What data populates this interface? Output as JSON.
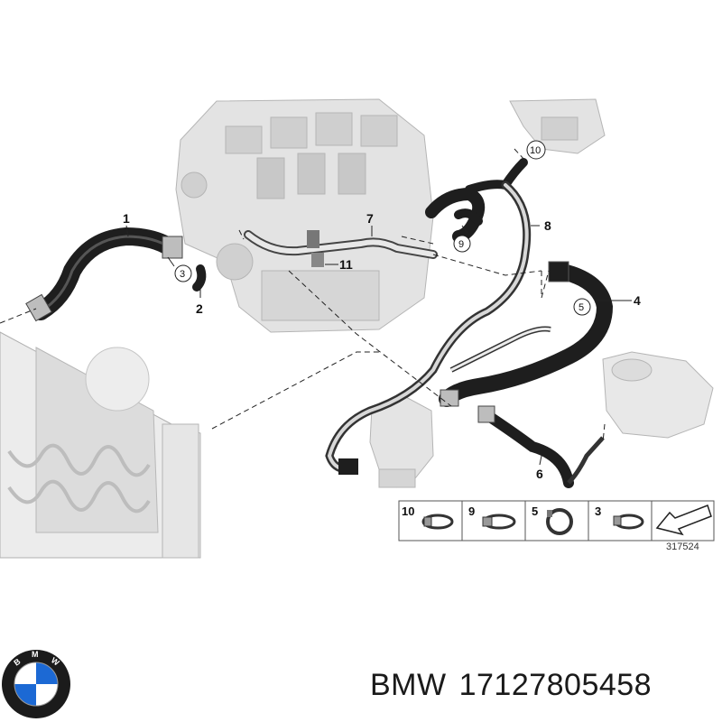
{
  "callouts": {
    "c1": "1",
    "c2": "2",
    "c3": "3",
    "c4": "4",
    "c5": "5",
    "c6": "6",
    "c7": "7",
    "c8": "8",
    "c9": "9",
    "c10": "10",
    "c11": "11"
  },
  "legend": {
    "items": [
      {
        "number": "10",
        "part": "hose-clamp"
      },
      {
        "number": "9",
        "part": "hose-clamp"
      },
      {
        "number": "5",
        "part": "spring-clamp"
      },
      {
        "number": "3",
        "part": "hose-clamp"
      },
      {
        "number": "",
        "part": "arrow-symbol"
      }
    ],
    "reference": "317524"
  },
  "caption": {
    "brand": "BMW",
    "part_number": "17127805458"
  },
  "logo": {
    "text": "BMW",
    "colors": {
      "ring": "#1b1b1b",
      "blue": "#1c69d4",
      "white": "#ffffff"
    }
  },
  "colors": {
    "hose": "#1e1e1e",
    "engine": "#d9d9d9",
    "line": "#222222"
  }
}
